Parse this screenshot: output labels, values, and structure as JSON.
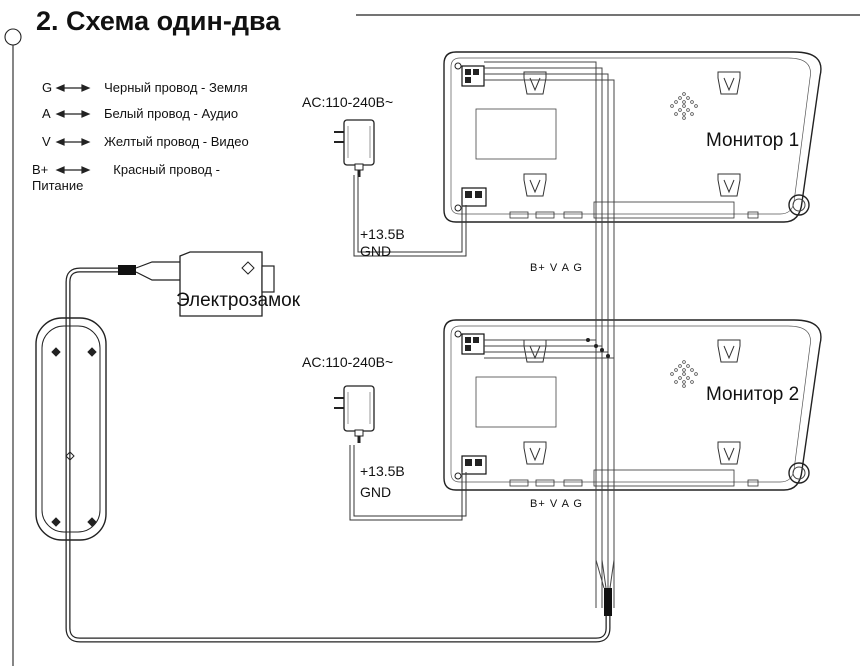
{
  "title": "2. Схема один-два",
  "legend": [
    {
      "code": "G",
      "text": "Черный провод - Земля"
    },
    {
      "code": "A",
      "text": "Белый провод - Аудио"
    },
    {
      "code": "V",
      "text": "Желтый провод - Видео"
    },
    {
      "code": "B+",
      "text": "Красный провод - Питание"
    }
  ],
  "monitors": [
    {
      "label": "Монитор 1",
      "power": "AC:110-240B~",
      "voltage": "+13.5B",
      "ground": "GND",
      "terminals": "B+ V  A  G"
    },
    {
      "label": "Монитор 2",
      "power": "AC:110-240B~",
      "voltage": "+13.5B",
      "ground": "GND",
      "terminals": "B+ V  A  G"
    }
  ],
  "lock": {
    "label": "Электрозамок"
  },
  "icons": [
    "arrow-both-icon",
    "power-adapter-icon",
    "outdoor-panel-icon",
    "electric-lock-icon",
    "monitor-icon"
  ]
}
